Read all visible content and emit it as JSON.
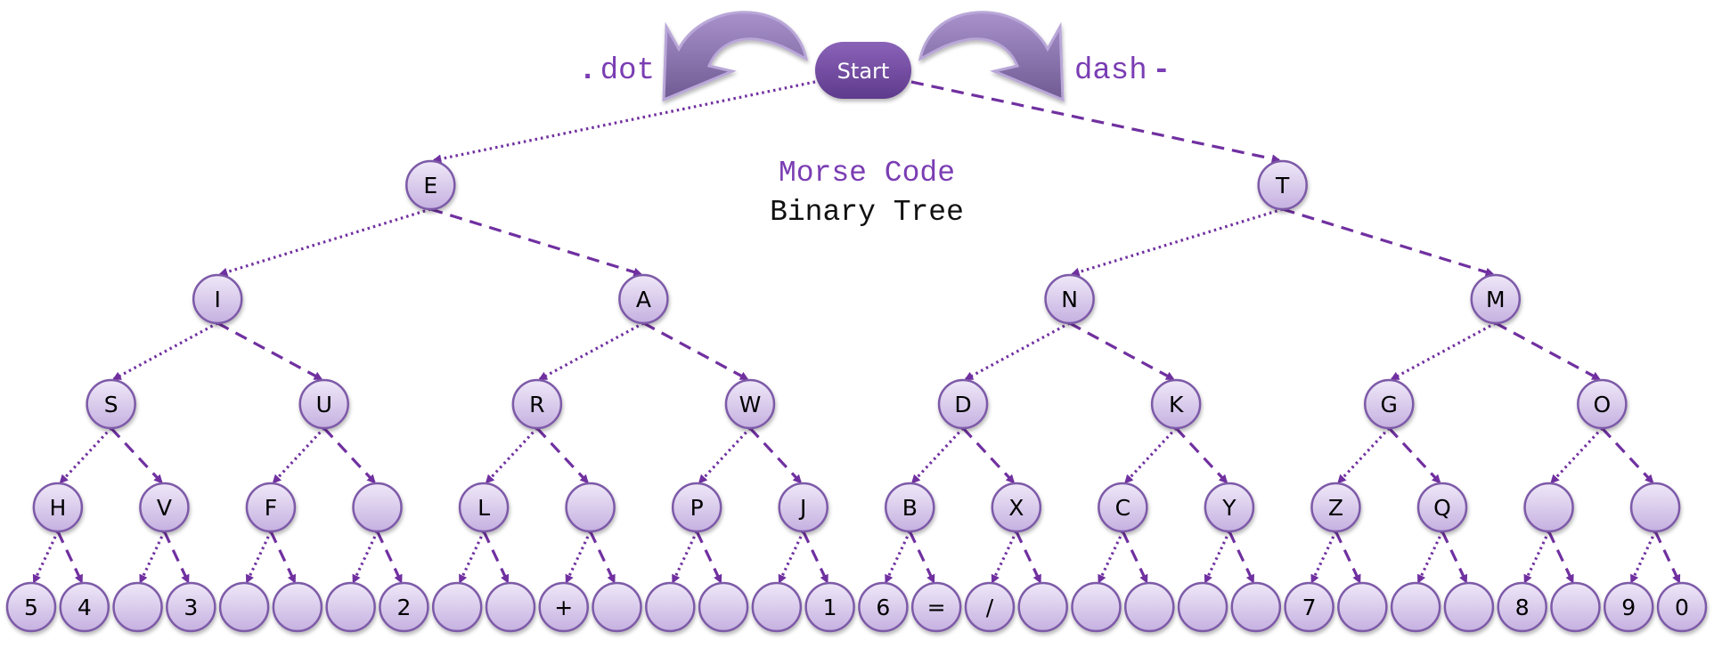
{
  "title": {
    "line1": "Morse Code",
    "line2": "Binary Tree"
  },
  "start": {
    "label": "Start"
  },
  "legend": {
    "dot": {
      "symbol": ".",
      "word": "dot",
      "direction": "left"
    },
    "dash": {
      "symbol": "-",
      "word": "dash",
      "direction": "right"
    }
  },
  "colors": {
    "accent": "#7030a0",
    "text_purple": "#7a3db3",
    "start_fill_top": "#8a63b8",
    "start_fill_bottom": "#5e3a8c",
    "node_fill_top": "#efe8f8",
    "node_fill_bottom": "#c5b0e0",
    "node_border": "#7d5aa8",
    "arrow_fill": "#8b74b0"
  },
  "tree": {
    "edge_rule": "left child = dot (dotted line), right child = dash (dashed line)",
    "levels": [
      [
        "E",
        "T"
      ],
      [
        "I",
        "A",
        "N",
        "M"
      ],
      [
        "S",
        "U",
        "R",
        "W",
        "D",
        "K",
        "G",
        "O"
      ],
      [
        "H",
        "V",
        "F",
        "",
        "L",
        "",
        "P",
        "J",
        "B",
        "X",
        "C",
        "Y",
        "Z",
        "Q",
        "",
        ""
      ],
      [
        "5",
        "4",
        "",
        "3",
        "",
        "",
        "",
        "2",
        "",
        "",
        "+",
        "",
        "",
        "",
        "",
        "1",
        "6",
        "=",
        "/",
        "",
        "",
        "",
        "",
        "",
        "7",
        "",
        "",
        "",
        "8",
        "",
        "9",
        "0"
      ]
    ]
  }
}
